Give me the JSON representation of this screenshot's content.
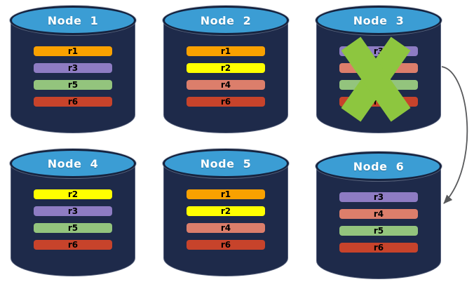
{
  "colors": {
    "cylinder_body": "#1E2A4A",
    "cylinder_top": "#3B9DD4",
    "cylinder_edge": "#16233F",
    "node_label_text": "#FFFFFF",
    "row_label_text": "#000000",
    "record_orange": "#F9A100",
    "record_yellow": "#FFFF00",
    "record_purple": "#8E7CC3",
    "record_salmon": "#DC7E6B",
    "record_green": "#93C47D",
    "record_red": "#C7432B"
  },
  "nodes": [
    {
      "label": "Node  1",
      "rows": [
        {
          "label": "r1",
          "color": "#F9A100"
        },
        {
          "label": "r3",
          "color": "#8E7CC3"
        },
        {
          "label": "r5",
          "color": "#93C47D"
        },
        {
          "label": "r6",
          "color": "#C7432B"
        }
      ]
    },
    {
      "label": "Node  2",
      "rows": [
        {
          "label": "r1",
          "color": "#F9A100"
        },
        {
          "label": "r2",
          "color": "#FFFF00"
        },
        {
          "label": "r4",
          "color": "#DC7E6B"
        },
        {
          "label": "r6",
          "color": "#C7432B"
        }
      ]
    },
    {
      "label": "Node  3",
      "rows": [
        {
          "label": "r3",
          "color": "#8E7CC3"
        },
        {
          "label": "r4",
          "color": "#DC7E6B"
        },
        {
          "label": "r5",
          "color": "#93C47D"
        },
        {
          "label": "r6",
          "color": "#C7432B"
        }
      ]
    },
    {
      "label": "Node  4",
      "rows": [
        {
          "label": "r2",
          "color": "#FFFF00"
        },
        {
          "label": "r3",
          "color": "#8E7CC3"
        },
        {
          "label": "r5",
          "color": "#93C47D"
        },
        {
          "label": "r6",
          "color": "#C7432B"
        }
      ]
    },
    {
      "label": "Node  5",
      "rows": [
        {
          "label": "r1",
          "color": "#F9A100"
        },
        {
          "label": "r2",
          "color": "#FFFF00"
        },
        {
          "label": "r4",
          "color": "#DC7E6B"
        },
        {
          "label": "r6",
          "color": "#C7432B"
        }
      ]
    },
    {
      "label": "Node  6",
      "rows": [
        {
          "label": "r3",
          "color": "#8E7CC3"
        },
        {
          "label": "r4",
          "color": "#DC7E6B"
        },
        {
          "label": "r5",
          "color": "#93C47D"
        },
        {
          "label": "r6",
          "color": "#C7432B"
        }
      ]
    }
  ],
  "annotations": {
    "x_mark": {
      "on_node": "Node 3",
      "color": "#8DC63F"
    },
    "arrow": {
      "from_node": "Node 3",
      "to_node": "Node 6",
      "color": "#58595B"
    }
  }
}
